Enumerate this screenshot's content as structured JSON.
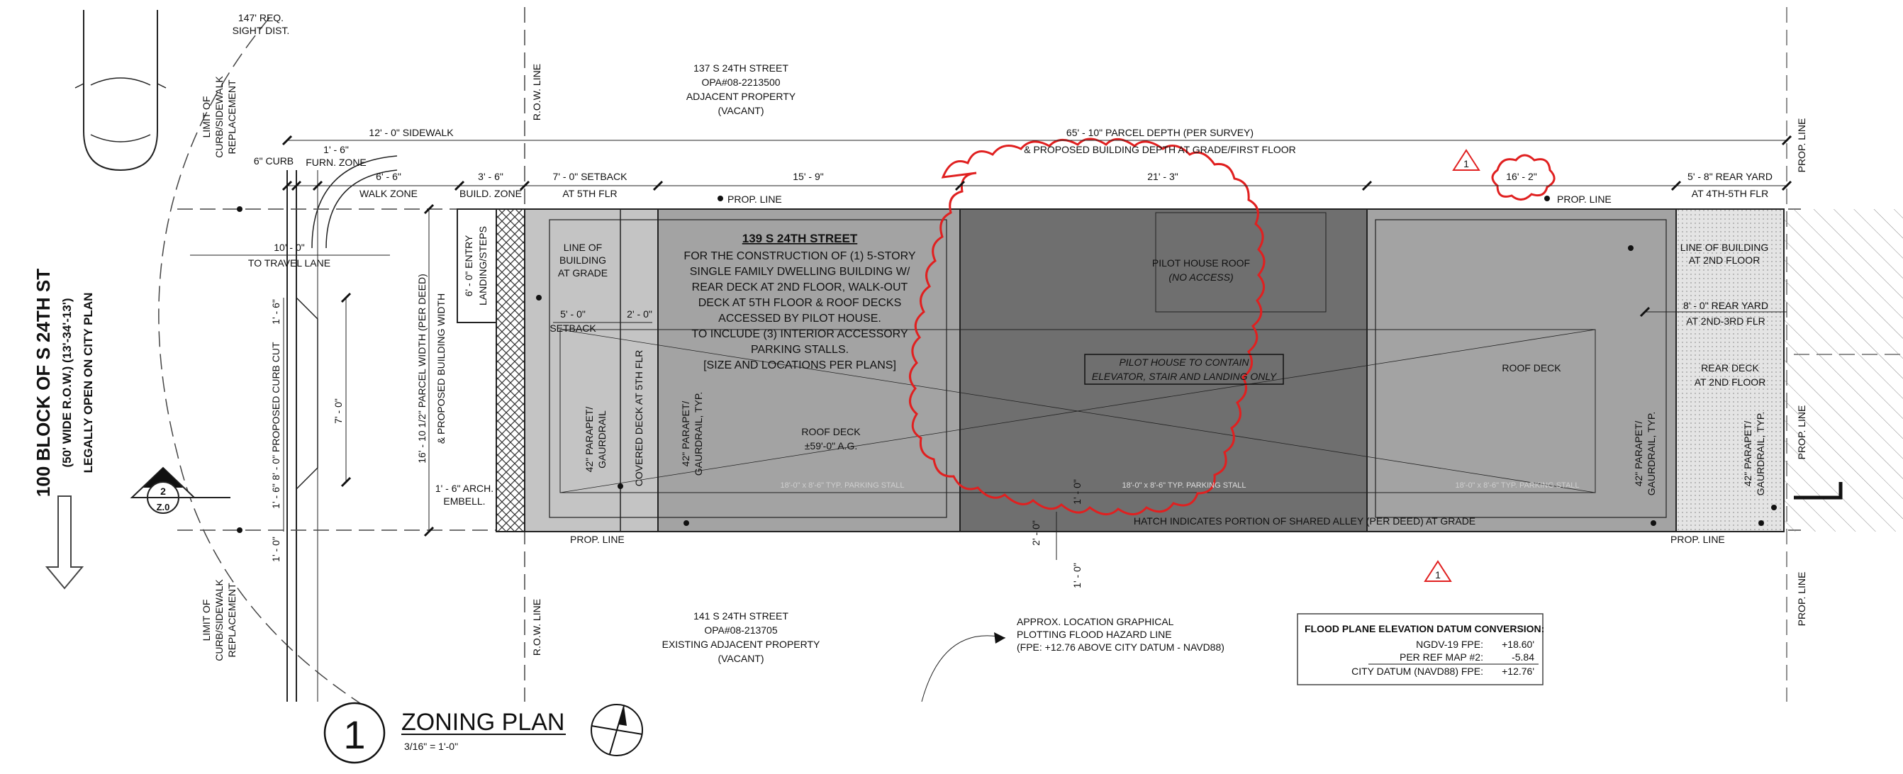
{
  "sight": {
    "l1": "147' REQ.",
    "l2": "SIGHT DIST."
  },
  "street": {
    "name": "100 BLOCK OF S 24TH ST",
    "row": "(50' WIDE R.O.W.) (13'-34'-13')",
    "legal": "LEGALLY  OPEN ON CITY PLAN"
  },
  "limit_top": {
    "l1": "LIMIT OF",
    "l2": "CURB/SIDEWALK",
    "l3": "REPLACEMENT"
  },
  "limit_bottom": {
    "l1": "LIMIT OF",
    "l2": "CURB/SIDEWALK",
    "l3": "REPLACEMENT"
  },
  "row_line": "R.O.W. LINE",
  "prop_line": "PROP. LINE",
  "adj_top": {
    "addr": "137 S 24TH STREET",
    "opa": "OPA#08-2213500",
    "desc": "ADJACENT PROPERTY",
    "status": "(VACANT)"
  },
  "adj_bottom": {
    "addr": "141 S 24TH STREET",
    "opa": "OPA#08-213705",
    "desc": "EXISTING ADJACENT PROPERTY",
    "status": "(VACANT)"
  },
  "dims": {
    "sidewalk": "12' - 0\" SIDEWALK",
    "parcel_depth": "65' - 10\" PARCEL DEPTH (PER SURVEY)",
    "building_depth": "& PROPOSED BUILDING DEPTH AT GRADE/FIRST FLOOR",
    "curb": "6\" CURB",
    "furn": "1' - 6\"",
    "furn_zone": "FURN. ZONE",
    "walk": "6' - 6\"",
    "walk_zone": "WALK ZONE",
    "build": "3' - 6\"",
    "build_zone": "BUILD. ZONE",
    "setback": "7' - 0\" SETBACK",
    "setback_sub": "AT 5TH FLR",
    "d1": "15' - 9\"",
    "d2": "21' - 3\"",
    "d3": "16' - 2\"",
    "rear": "5' - 8\" REAR YARD",
    "rear_sub": "AT 4TH-5TH FLR",
    "travel": "10' - 0\"",
    "travel_sub": "TO TRAVEL LANE",
    "curb_cut": "8' - 0\" PROPOSED CURB CUT",
    "seven": "7' - 0\"",
    "parcel_width": "16' - 10 1/2\" PARCEL WIDTH (PER DEED)",
    "bldg_width": "& PROPOSED BUILDING WIDTH",
    "entry": "6' - 0\" ENTRY",
    "landing": "LANDING/STEPS",
    "arch": "1' - 6\" ARCH.",
    "embell": "EMBELL.",
    "five": "5' - 0\"",
    "setback_lbl": "SETBACK",
    "two": "2' - 0\"",
    "one_a": "1' - 0\"",
    "two_b": "2' - 0\"",
    "one_b": "1' - 0\"",
    "rear2": "8' - 0\" REAR YARD",
    "rear2_sub": "AT 2ND-3RD FLR",
    "six_top": "1' - 6\"",
    "six_bot": "1' - 6\"",
    "one_bot": "1' - 0\""
  },
  "building": {
    "title": "139 S 24TH STREET",
    "desc": [
      "FOR THE CONSTRUCTION OF (1) 5-STORY",
      "SINGLE FAMILY DWELLING BUILDING W/",
      "REAR DECK AT 2ND FLOOR, WALK-OUT",
      "DECK AT 5TH FLOOR & ROOF DECKS",
      "ACCESSED BY PILOT HOUSE.",
      "TO INCLUDE (3) INTERIOR ACCESSORY",
      "PARKING STALLS.",
      "[SIZE AND LOCATIONS PER PLANS]"
    ]
  },
  "labels": {
    "lob_grade": [
      "LINE OF",
      "BUILDING",
      "AT GRADE"
    ],
    "lob_2nd": [
      "LINE OF BUILDING",
      "AT 2ND FLOOR"
    ],
    "parapet1": [
      "42\" PARAPET/",
      "GAURDRAIL"
    ],
    "covered_deck": "COVERED DECK AT 5TH FLR",
    "parapet2": [
      "42\" PARAPET/",
      "GAURDRAIL, TYP."
    ],
    "roof_deck1": [
      "ROOF DECK",
      "±59'-0\" A.G."
    ],
    "pilot_roof": "PILOT HOUSE ROOF",
    "no_access": "(NO ACCESS)",
    "pilot_contain": [
      "PILOT HOUSE TO CONTAIN",
      "ELEVATOR, STAIR AND LANDING ONLY"
    ],
    "roof_deck2": "ROOF DECK",
    "rear_deck": [
      "REAR DECK",
      "AT 2ND FLOOR"
    ],
    "parapet3": [
      "42\" PARAPET/",
      "GAURDRAIL, TYP."
    ],
    "parapet4": [
      "42\" PARAPET/",
      "GAURDRAIL, TYP."
    ],
    "stall": "18'-0\" x 8'-6\" TYP. PARKING STALL",
    "hatch": "HATCH INDICATES PORTION OF SHARED ALLEY (PER DEED) AT GRADE",
    "flood_line": [
      "APPROX. LOCATION GRAPHICAL",
      "PLOTTING FLOOD HAZARD LINE",
      "(FPE: +12.76 ABOVE CITY DATUM - NAVD88)"
    ]
  },
  "revision": "1",
  "section_marker": {
    "num": "2",
    "sheet": "Z.0"
  },
  "flood_box": {
    "title": "FLOOD PLANE ELEVATION DATUM CONVERSION:",
    "rows": [
      {
        "label": "NGDV-19 FPE:",
        "value": "+18.60'"
      },
      {
        "label": "PER REF MAP #2:",
        "value": "-5.84"
      },
      {
        "label": "CITY DATUM (NAVD88) FPE:",
        "value": "+12.76'"
      }
    ]
  },
  "plan_title": {
    "num": "1",
    "name": "ZONING PLAN",
    "scale": "3/16\" = 1'-0\""
  }
}
